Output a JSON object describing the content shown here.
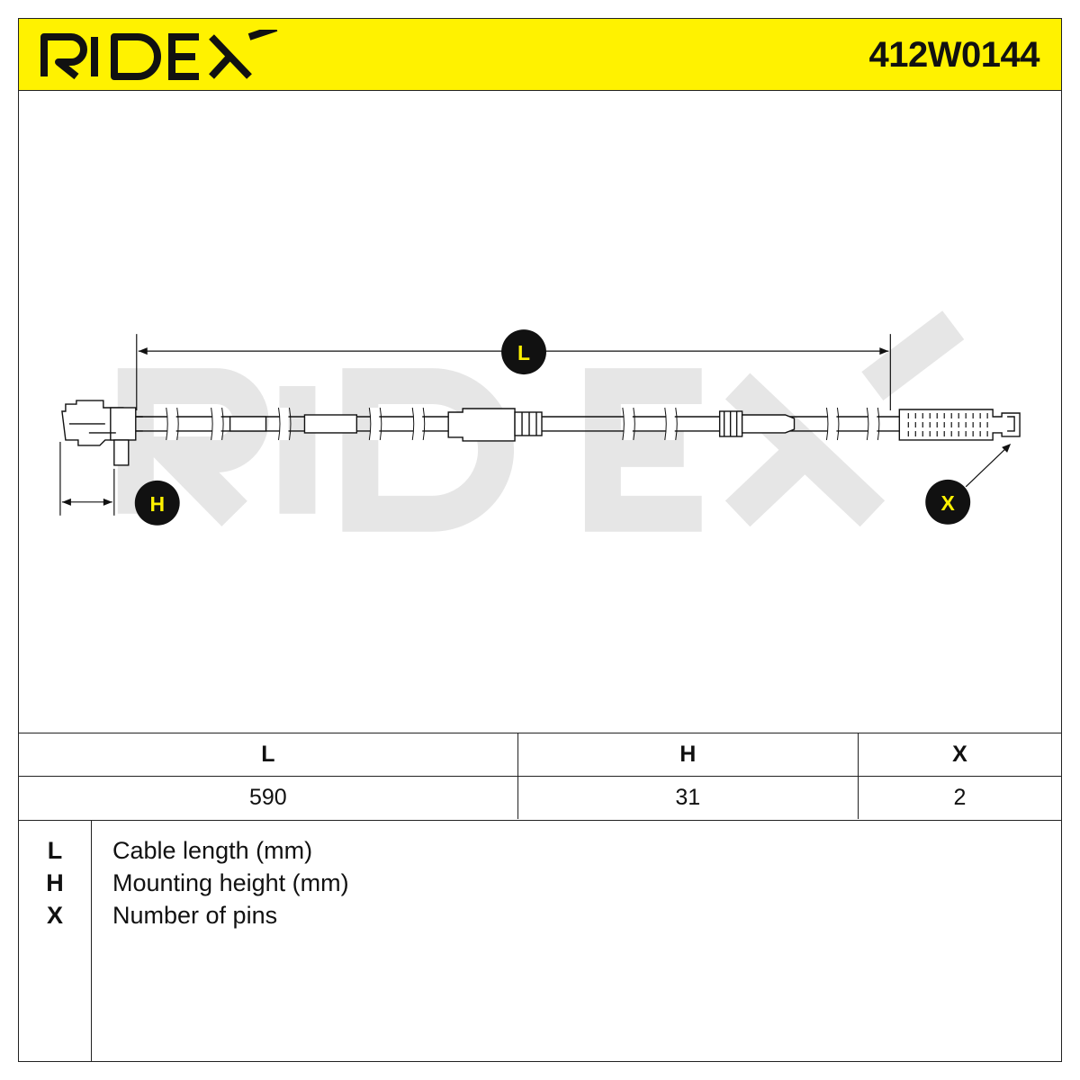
{
  "header": {
    "brand": "RIDEX",
    "part_number": "412W0144"
  },
  "diagram": {
    "labels": {
      "length": "L",
      "height": "H",
      "pins": "X"
    },
    "watermark": "RIDEX",
    "colors": {
      "accent": "#fff200",
      "label_circle": "#111111",
      "watermark": "#e6e6e6"
    }
  },
  "dimensions": {
    "headers": [
      "L",
      "H",
      "X"
    ],
    "values": [
      "590",
      "31",
      "2"
    ]
  },
  "legend": [
    {
      "key": "L",
      "text": "Cable length (mm)"
    },
    {
      "key": "H",
      "text": "Mounting height (mm)"
    },
    {
      "key": "X",
      "text": "Number of pins"
    }
  ]
}
